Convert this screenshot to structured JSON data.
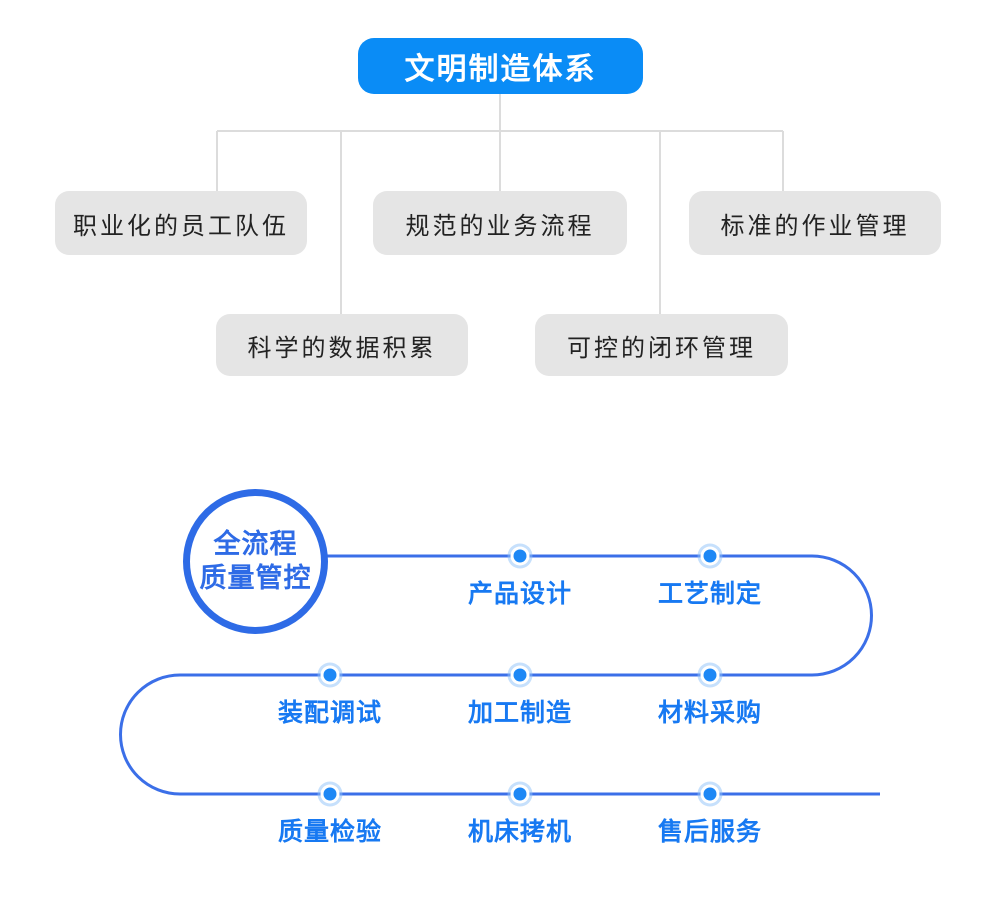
{
  "org_chart": {
    "root": "文明制造体系",
    "row1": [
      "职业化的员工队伍",
      "规范的业务流程",
      "标准的作业管理"
    ],
    "row2": [
      "科学的数据积累",
      "可控的闭环管理"
    ]
  },
  "flow": {
    "hub": {
      "line1": "全流程",
      "line2": "质量管控"
    },
    "rows": [
      [
        "产品设计",
        "工艺制定"
      ],
      [
        "装配调试",
        "加工制造",
        "材料采购"
      ],
      [
        "质量检验",
        "机床拷机",
        "售后服务"
      ]
    ]
  },
  "colors": {
    "root_box_bg": "#0a8cf6",
    "root_box_text": "#ffffff",
    "gray_box_bg": "#e5e5e5",
    "gray_box_text": "#222222",
    "org_connector_line": "#dcdcdc",
    "flow_path_line": "#3b6fe8",
    "hub_ring": "#2e6be6",
    "hub_text": "#2e6be6",
    "node_dot": "#1e88f5",
    "node_halo": "#8ec2f9",
    "step_label_text": "#1779f2",
    "background": "#ffffff"
  }
}
